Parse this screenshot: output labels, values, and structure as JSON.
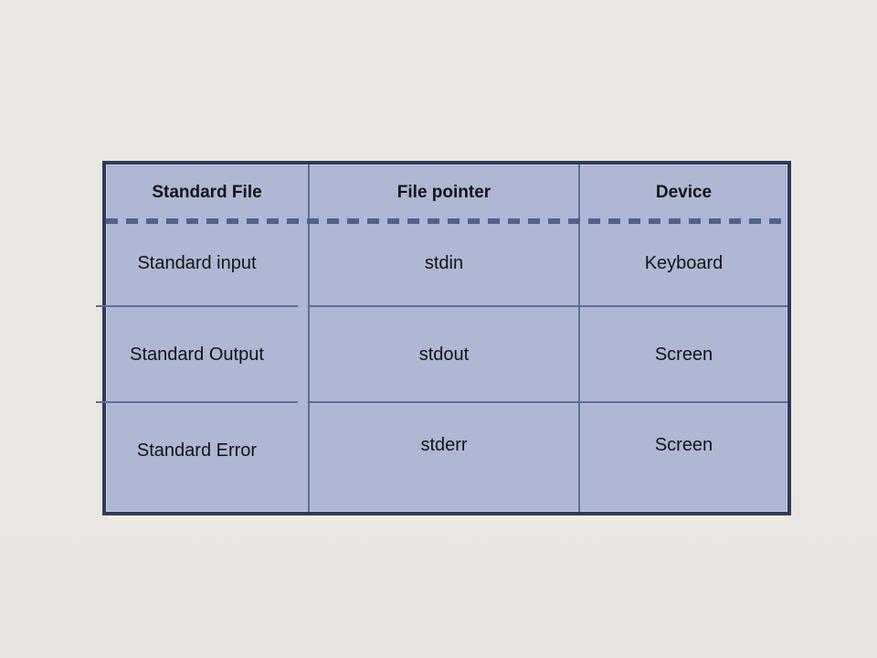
{
  "colors": {
    "bg": "#EBE7E3",
    "bg2": "#E9E5E0",
    "fill": "#AEB7D3",
    "border": "#2F3C59",
    "grid": "#5C6E9B",
    "dash": "#4C6290",
    "text": "#141414",
    "underglow": "#F4EDDC"
  },
  "table": {
    "header": {
      "cells": [
        "Standard File",
        "File pointer",
        "Device"
      ]
    },
    "rows": [
      {
        "cells": [
          "Standard input",
          "stdin",
          "Keyboard"
        ]
      },
      {
        "cells": [
          "Standard Output",
          "stdout",
          "Screen"
        ]
      },
      {
        "cells": [
          "Standard Error",
          "stderr",
          "Screen"
        ]
      }
    ]
  }
}
